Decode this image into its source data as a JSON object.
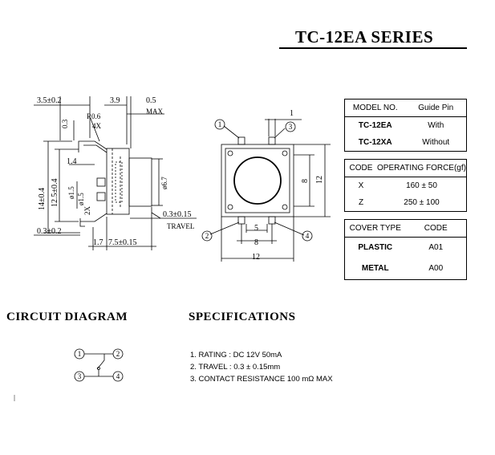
{
  "title": "TC-12EA  SERIES",
  "side_view": {
    "dims": {
      "d1": "3.5±0.2",
      "d2": "3.9",
      "d3": "0.5",
      "max": "MAX",
      "r": "R0.6",
      "x4": "4X",
      "d03": "0.3",
      "d14": "1.4",
      "d14h": "14±0.4",
      "d125": "12.5±0.4",
      "d15": "ø1.5",
      "d15b": "ø1.5",
      "x2": "2X",
      "d67": "ø6.7",
      "travel_val": "0.3±0.15",
      "travel": "TRAVEL",
      "d03b": "0.3±0.2",
      "d17": "1.7",
      "d75": "7.5±0.15"
    }
  },
  "top_view": {
    "pins": [
      "1",
      "2",
      "3",
      "4"
    ],
    "dims": {
      "d1": "1",
      "d8v": "8",
      "d12v": "12",
      "d5": "5",
      "d8h": "8",
      "d12h": "12"
    }
  },
  "model_table": {
    "headers": [
      "MODEL NO.",
      "Guide Pin"
    ],
    "rows": [
      [
        "TC-12EA",
        "With"
      ],
      [
        "TC-12XA",
        "Without"
      ]
    ]
  },
  "force_table": {
    "headers": [
      "CODE",
      "OPERATING FORCE(gf)"
    ],
    "rows": [
      [
        "X",
        "160 ± 50"
      ],
      [
        "Z",
        "250 ± 100"
      ]
    ]
  },
  "cover_table": {
    "headers": [
      "COVER TYPE",
      "CODE"
    ],
    "rows": [
      [
        "PLASTIC",
        "A01"
      ],
      [
        "METAL",
        "A00"
      ]
    ]
  },
  "circuit": {
    "heading": "CIRCUIT  DIAGRAM",
    "pins": [
      "1",
      "2",
      "3",
      "4"
    ]
  },
  "specs": {
    "heading": "SPECIFICATIONS",
    "items": [
      "1. RATING : DC 12V  50mA",
      "2. TRAVEL : 0.3 ± 0.15mm",
      "3. CONTACT  RESISTANCE 100 mΩ MAX"
    ]
  }
}
